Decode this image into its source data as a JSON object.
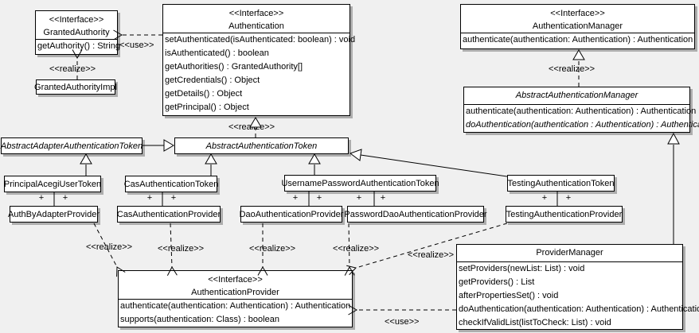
{
  "labels": {
    "use": "<<use>>",
    "realize": "<<realize>>",
    "plus": "+"
  },
  "classes": {
    "granted_authority": {
      "stereotype": "<<Interface>>",
      "name": "GrantedAuthority",
      "members": [
        "getAuthority() : String"
      ]
    },
    "authentication": {
      "stereotype": "<<Interface>>",
      "name": "Authentication",
      "members": [
        "setAuthenticated(isAuthenticated: boolean) : void",
        "isAuthenticated() : boolean",
        "getAuthorities() : GrantedAuthority[]",
        "getCredentials() : Object",
        "getDetails() : Object",
        "getPrincipal() : Object"
      ]
    },
    "authentication_manager": {
      "stereotype": "<<Interface>>",
      "name": "AuthenticationManager",
      "members": [
        "authenticate(authentication: Authentication) : Authentication"
      ]
    },
    "granted_authority_impl": {
      "name": "GrantedAuthorityImpl"
    },
    "abstract_authentication_manager": {
      "name": "AbstractAuthenticationManager",
      "members": [
        "authenticate(authentication: Authentication) : Authentication",
        "doAuthentication(authentication : Authentication) : Authentication"
      ]
    },
    "abstract_adapter_authentication_token": {
      "name": "AbstractAdapterAuthenticationToken"
    },
    "abstract_authentication_token": {
      "name": "AbstractAuthenticationToken"
    },
    "principal_acegi_user_token": {
      "name": "PrincipalAcegiUserToken"
    },
    "cas_authentication_token": {
      "name": "CasAuthenticationToken"
    },
    "username_password_authentication_token": {
      "name": "UsernamePasswordAuthenticationToken"
    },
    "testing_authentication_token": {
      "name": "TestingAuthenticationToken"
    },
    "auth_by_adapter_provider": {
      "name": "AuthByAdapterProvider"
    },
    "cas_authentication_provider": {
      "name": "CasAuthenticationProvider"
    },
    "dao_authentication_provider": {
      "name": "DaoAuthenticationProvider"
    },
    "password_dao_authentication_provider": {
      "name": "PasswordDaoAuthenticationProvider"
    },
    "testing_authentication_provider": {
      "name": "TestingAuthenticationProvider"
    },
    "authentication_provider": {
      "stereotype": "<<Interface>>",
      "name": "AuthenticationProvider",
      "members": [
        "authenticate(authentication: Authentication) : Authentication",
        "supports(authentication: Class) : boolean"
      ]
    },
    "provider_manager": {
      "name": "ProviderManager",
      "members": [
        "setProviders(newList: List) : void",
        "getProviders() : List",
        "afterPropertiesSet() : void",
        "doAuthentication(authentication: Authentication) : Authentication",
        "checkIfValidList(listToCheck: List) : void"
      ]
    }
  }
}
